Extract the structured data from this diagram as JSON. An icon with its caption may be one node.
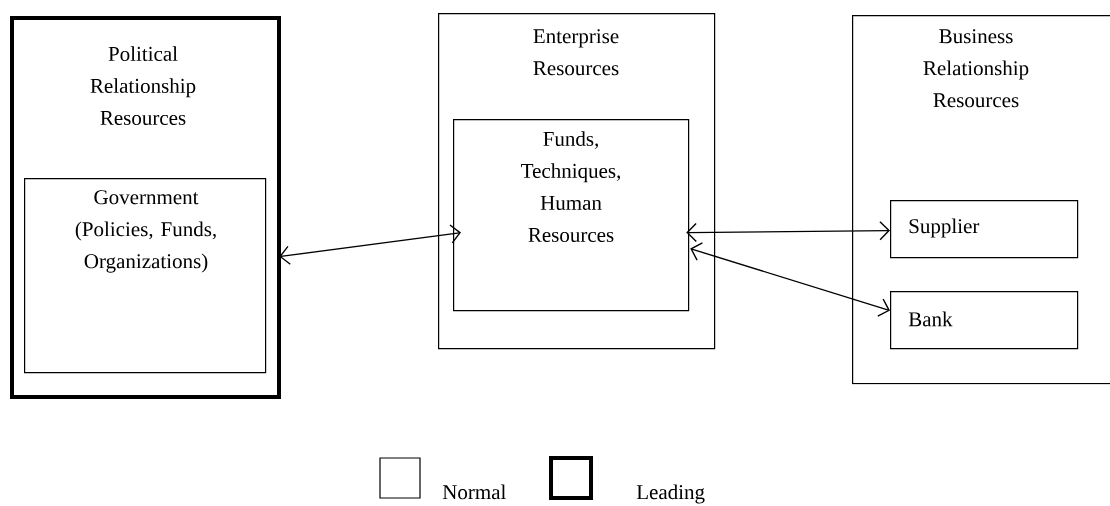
{
  "diagram": {
    "nodes": [
      {
        "text": [
          "Political Relationship Resources"
        ]
      },
      {
        "text": [
          "Government (Policies, Funds, Organizations)"
        ],
        "in": 0
      },
      {
        "text": [
          "Enterprise Resources"
        ]
      },
      {
        "text": [
          "Funds, Techniques, Human Resources"
        ],
        "in": 2
      },
      {
        "text": [
          "Business Relationship Resources"
        ]
      },
      {
        "text": [
          "Supplier"
        ],
        "in": 4
      },
      {
        "text": [
          "Bank"
        ],
        "in": 4
      }
    ],
    "edges": [
      {
        "from": 1,
        "to": 3,
        "arrow": "both"
      },
      {
        "from": 3,
        "to": 5,
        "arrow": "both"
      },
      {
        "from": 3,
        "to": 6,
        "arrow": "both"
      }
    ],
    "legend": [
      {
        "text": "Normal"
      },
      {
        "text": "Leading"
      }
    ]
  }
}
